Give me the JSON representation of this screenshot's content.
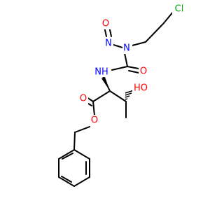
{
  "molecule": {
    "atoms": {
      "chlorine": "Cl",
      "nitroso_o": "O",
      "nitroso_n": "N",
      "urea_n": "N",
      "urea_o": "O",
      "amide_nh": "NH",
      "ester_o_carbonyl": "O",
      "ester_o": "O",
      "hydroxyl": "HO"
    },
    "colors": {
      "carbon_bond": "#000000",
      "oxygen": "#ff0000",
      "nitrogen": "#0000ff",
      "chlorine": "#00aa00"
    }
  }
}
